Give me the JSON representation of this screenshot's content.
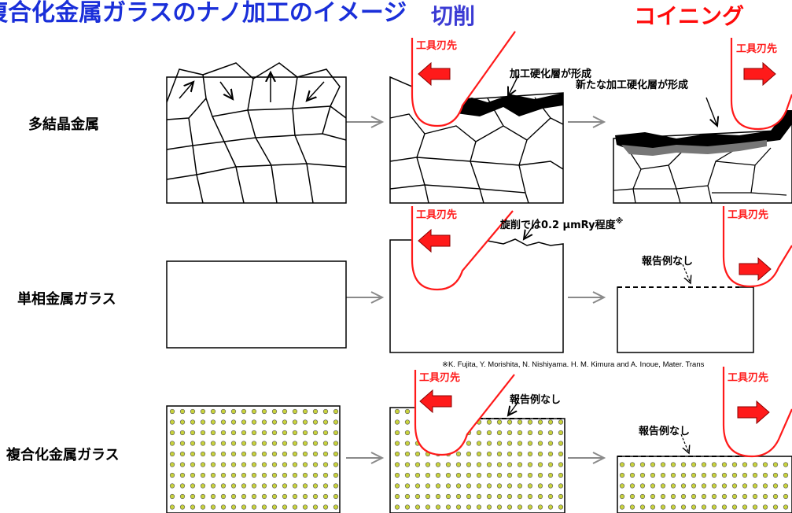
{
  "title": "複合化金属ガラスのナノ加工のイメージ",
  "columns": {
    "cutting": "切削",
    "coining": "コイニング"
  },
  "rows": {
    "polycrystal": "多結晶金属",
    "single_phase": "単相金属ガラス",
    "composite": "複合化金属ガラス"
  },
  "labels": {
    "tool_tip": "工具刃先",
    "hardened_layer": "加工硬化層が形成",
    "new_hardened_layer": "新たな加工硬化層が形成",
    "turning_roughness": "旋削では0.2 μmRy程度",
    "roughness_mark": "※",
    "no_report": "報告例なし"
  },
  "footnote": "※K. Fujita, Y. Morishita, N. Nishiyama. H. M. Kimura and A. Inoue, Mater. Trans",
  "colors": {
    "title_blue": "#1a2fd9",
    "cutting_blue": "#3b3bd4",
    "coining_red": "#ff0a0a",
    "tool_red": "#ff1a1a",
    "arrow_gray": "#8a8a8a",
    "dot_yellow": "#c8d23c"
  }
}
